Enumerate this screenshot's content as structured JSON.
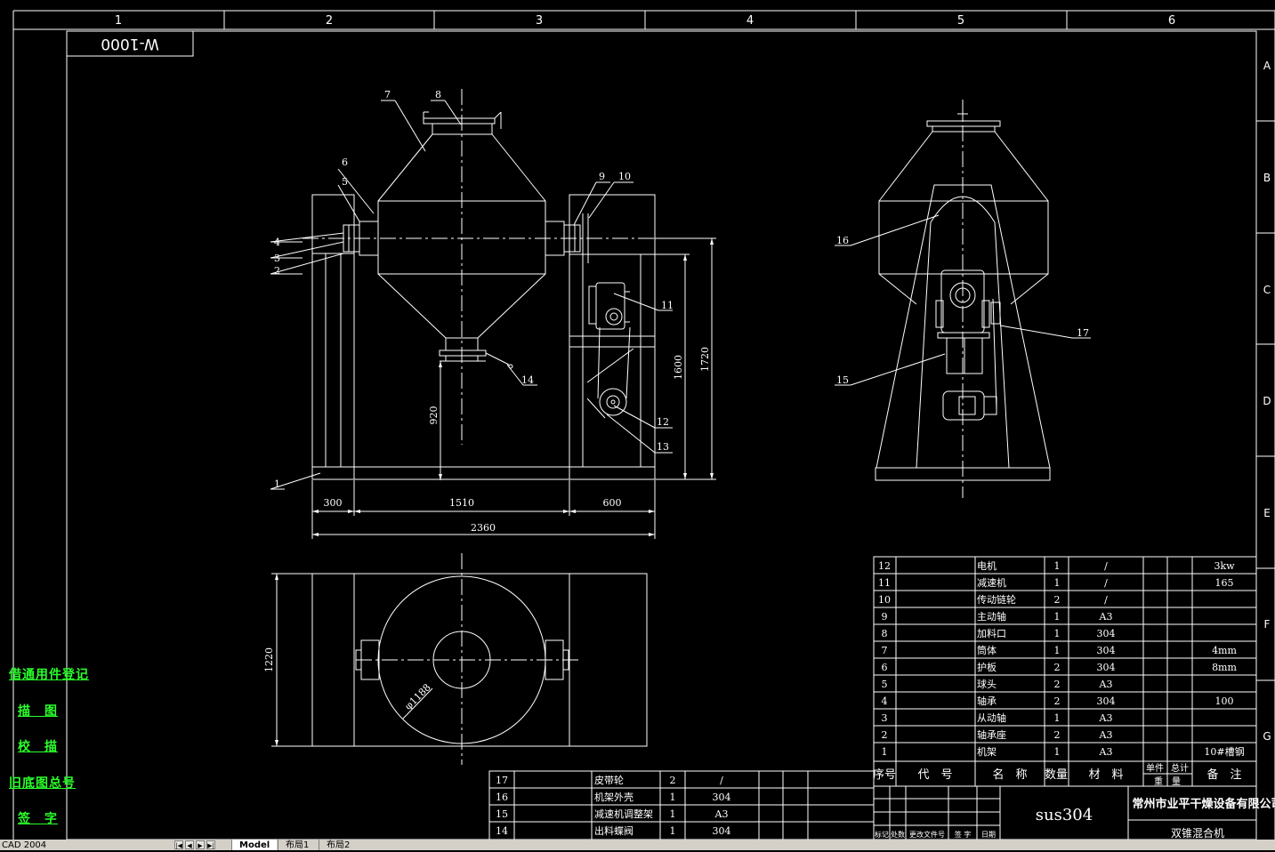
{
  "drawing_no": "W-1000",
  "col_labels": [
    "1",
    "2",
    "3",
    "4",
    "5",
    "6"
  ],
  "row_labels": [
    "A",
    "B",
    "C",
    "D",
    "E",
    "F",
    "G"
  ],
  "side_labels": [
    "借通用件登记",
    "描　图",
    "校　描",
    "旧底图总号",
    "签　字"
  ],
  "callouts": {
    "c1": "1",
    "c2": "2",
    "c3": "3",
    "c4": "4",
    "c5": "5",
    "c6": "6",
    "c7": "7",
    "c8": "8",
    "c9": "9",
    "c10": "10",
    "c11": "11",
    "c12": "12",
    "c13": "13",
    "c14": "14",
    "c15": "15",
    "c16": "16",
    "c17": "17"
  },
  "dims": {
    "d300": "300",
    "d1510": "1510",
    "d600": "600",
    "d2360": "2360",
    "d920": "920",
    "d1600": "1600",
    "d1720": "1720",
    "d1220": "1220",
    "d1188": "φ1188"
  },
  "bom_right": [
    {
      "no": "12",
      "code": "",
      "name": "电机",
      "qty": "1",
      "mat": "/",
      "unit": "",
      "total": "",
      "note": "3kw"
    },
    {
      "no": "11",
      "code": "",
      "name": "减速机",
      "qty": "1",
      "mat": "/",
      "unit": "",
      "total": "",
      "note": "165"
    },
    {
      "no": "10",
      "code": "",
      "name": "传动链轮",
      "qty": "2",
      "mat": "/",
      "unit": "",
      "total": "",
      "note": ""
    },
    {
      "no": "9",
      "code": "",
      "name": "主动轴",
      "qty": "1",
      "mat": "A3",
      "unit": "",
      "total": "",
      "note": ""
    },
    {
      "no": "8",
      "code": "",
      "name": "加料口",
      "qty": "1",
      "mat": "304",
      "unit": "",
      "total": "",
      "note": ""
    },
    {
      "no": "7",
      "code": "",
      "name": "筒体",
      "qty": "1",
      "mat": "304",
      "unit": "",
      "total": "",
      "note": "4mm"
    },
    {
      "no": "6",
      "code": "",
      "name": "护板",
      "qty": "2",
      "mat": "304",
      "unit": "",
      "total": "",
      "note": "8mm"
    },
    {
      "no": "5",
      "code": "",
      "name": "球头",
      "qty": "2",
      "mat": "A3",
      "unit": "",
      "total": "",
      "note": ""
    },
    {
      "no": "4",
      "code": "",
      "name": "轴承",
      "qty": "2",
      "mat": "304",
      "unit": "",
      "total": "",
      "note": "100"
    },
    {
      "no": "3",
      "code": "",
      "name": "从动轴",
      "qty": "1",
      "mat": "A3",
      "unit": "",
      "total": "",
      "note": ""
    },
    {
      "no": "2",
      "code": "",
      "name": "轴承座",
      "qty": "2",
      "mat": "A3",
      "unit": "",
      "total": "",
      "note": ""
    },
    {
      "no": "1",
      "code": "",
      "name": "机架",
      "qty": "1",
      "mat": "A3",
      "unit": "",
      "total": "",
      "note": "10#槽钢"
    }
  ],
  "bom_header": {
    "no": "序号",
    "code": "代　号",
    "name": "名　称",
    "qty": "数量",
    "mat": "材　料",
    "unit": "单件",
    "total": "总计",
    "weight": "重　量",
    "note": "备　注"
  },
  "bom_left": [
    {
      "no": "17",
      "name": "皮带轮",
      "qty": "2",
      "mat": "/"
    },
    {
      "no": "16",
      "name": "机架外壳",
      "qty": "1",
      "mat": "304"
    },
    {
      "no": "15",
      "name": "减速机调整架",
      "qty": "1",
      "mat": "A3"
    },
    {
      "no": "14",
      "name": "出料蝶阀",
      "qty": "1",
      "mat": "304"
    }
  ],
  "title_block": {
    "material": "sus304",
    "company": "常州市业平干燥设备有限公司",
    "product": "双锥混合机",
    "rev_headers": [
      "标记",
      "处数",
      "更改文件号",
      "签 字",
      "日期"
    ]
  },
  "status": {
    "app": "CAD 2004",
    "tabs": [
      "Model",
      "布局1",
      "布局2"
    ]
  }
}
